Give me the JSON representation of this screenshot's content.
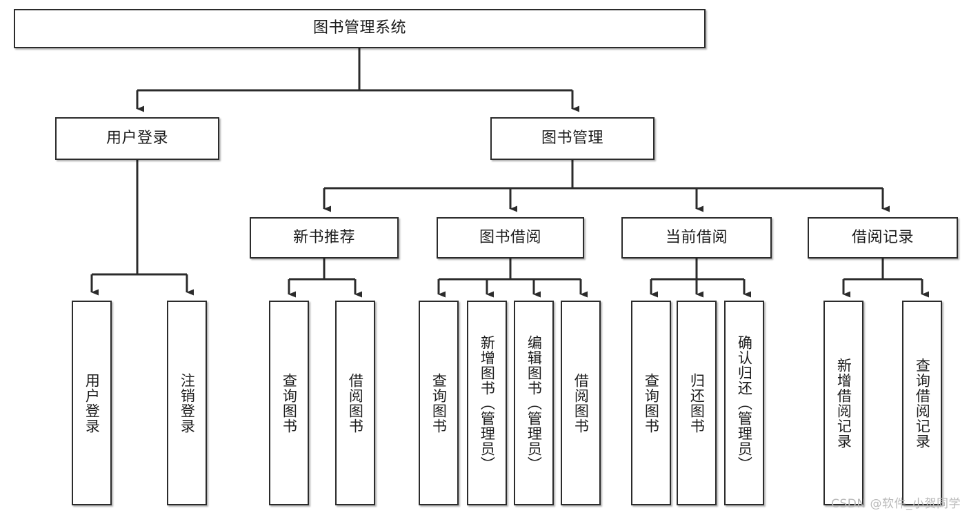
{
  "diagram": {
    "type": "tree-hierarchy",
    "title": "图书管理系统",
    "watermark": "CSDN @软件_小贺同学",
    "colors": {
      "box_border": "#2b2b2b",
      "box_fill": "#ffffff",
      "connector": "#2b2b2b",
      "text": "#1c1c1c",
      "watermark": "#b9b9b9",
      "background": "#ffffff"
    },
    "nodes": {
      "root": {
        "label": "图书管理系统",
        "level": 0,
        "orientation": "horizontal"
      },
      "l1": [
        {
          "id": "user-login",
          "label": "用户登录",
          "orientation": "horizontal"
        },
        {
          "id": "book-manage",
          "label": "图书管理",
          "orientation": "horizontal"
        }
      ],
      "l2": [
        {
          "id": "new-book-rec",
          "label": "新书推荐",
          "orientation": "horizontal",
          "parent": "book-manage"
        },
        {
          "id": "book-borrow",
          "label": "图书借阅",
          "orientation": "horizontal",
          "parent": "book-manage"
        },
        {
          "id": "current-borrow",
          "label": "当前借阅",
          "orientation": "horizontal",
          "parent": "book-manage"
        },
        {
          "id": "borrow-record",
          "label": "借阅记录",
          "orientation": "horizontal",
          "parent": "book-manage"
        }
      ],
      "leaves": [
        {
          "id": "leaf-user-login",
          "label": "用户登录",
          "parent": "user-login",
          "orientation": "vertical"
        },
        {
          "id": "leaf-user-logout",
          "label": "注销登录",
          "parent": "user-login",
          "orientation": "vertical"
        },
        {
          "id": "leaf-query-book-1",
          "label": "查询图书",
          "parent": "new-book-rec",
          "orientation": "vertical"
        },
        {
          "id": "leaf-borrow-book-1",
          "label": "借阅图书",
          "parent": "new-book-rec",
          "orientation": "vertical"
        },
        {
          "id": "leaf-query-book-2",
          "label": "查询图书",
          "parent": "book-borrow",
          "orientation": "vertical"
        },
        {
          "id": "leaf-add-book",
          "label": "新增图书（管理员）",
          "parent": "book-borrow",
          "orientation": "vertical"
        },
        {
          "id": "leaf-edit-book",
          "label": "编辑图书（管理员）",
          "parent": "book-borrow",
          "orientation": "vertical"
        },
        {
          "id": "leaf-borrow-book-2",
          "label": "借阅图书",
          "parent": "book-borrow",
          "orientation": "vertical"
        },
        {
          "id": "leaf-query-book-3",
          "label": "查询图书",
          "parent": "current-borrow",
          "orientation": "vertical"
        },
        {
          "id": "leaf-return-book",
          "label": "归还图书",
          "parent": "current-borrow",
          "orientation": "vertical"
        },
        {
          "id": "leaf-confirm-return",
          "label": "确认归还（管理员）",
          "parent": "current-borrow",
          "orientation": "vertical"
        },
        {
          "id": "leaf-add-record",
          "label": "新增借阅记录",
          "parent": "borrow-record",
          "orientation": "vertical"
        },
        {
          "id": "leaf-query-record",
          "label": "查询借阅记录",
          "parent": "borrow-record",
          "orientation": "vertical"
        }
      ]
    }
  }
}
